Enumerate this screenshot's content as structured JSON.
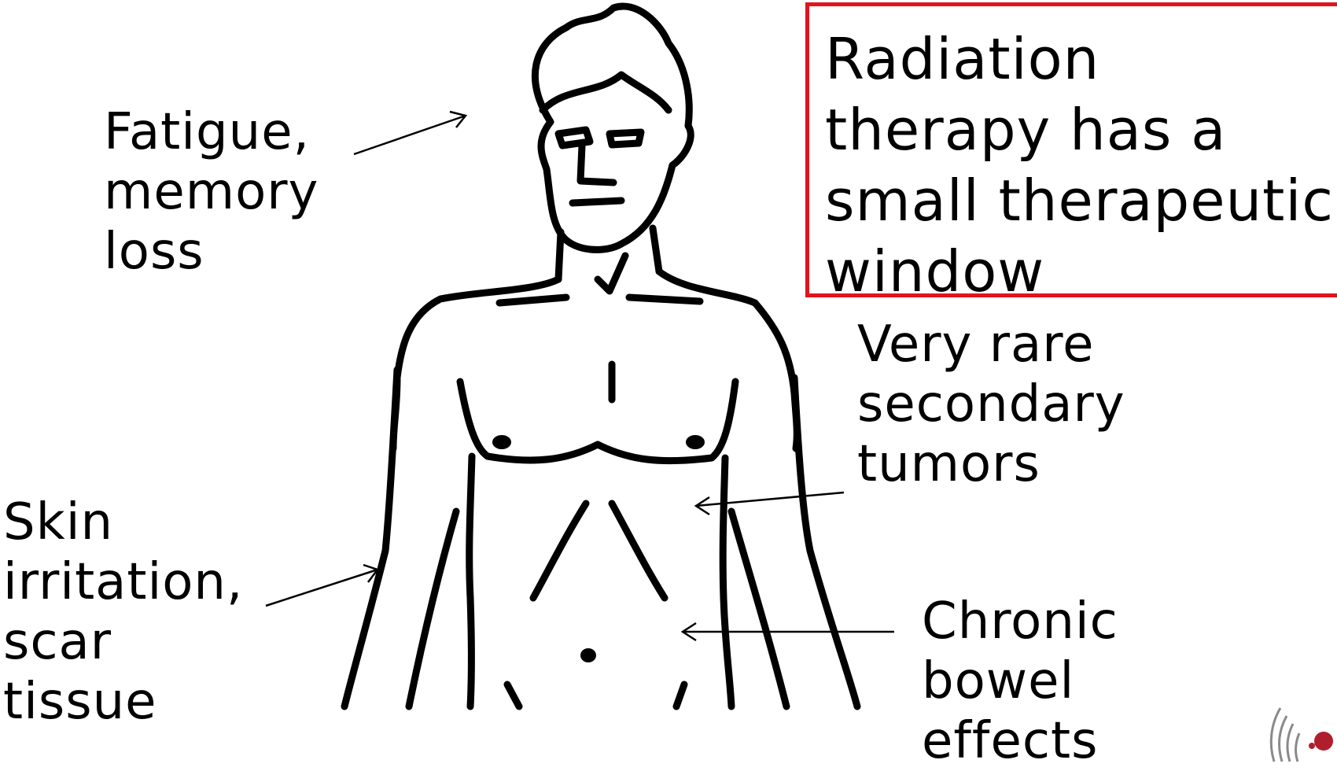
{
  "callout": {
    "text": "Radiation\ntherapy has a\nsmall therapeutic\nwindow",
    "border_color": "#e0141e"
  },
  "labels": {
    "head": "Fatigue,\nmemory\nloss",
    "abdomen": "Very rare\nsecondary\ntumors",
    "arm": "Skin\nirritation,\nscar\ntissue",
    "bowel": "Chronic\nbowel\neffects"
  },
  "icons": {
    "figure": "human-torso-line-drawing",
    "logo": "radiation-wave-logo"
  }
}
